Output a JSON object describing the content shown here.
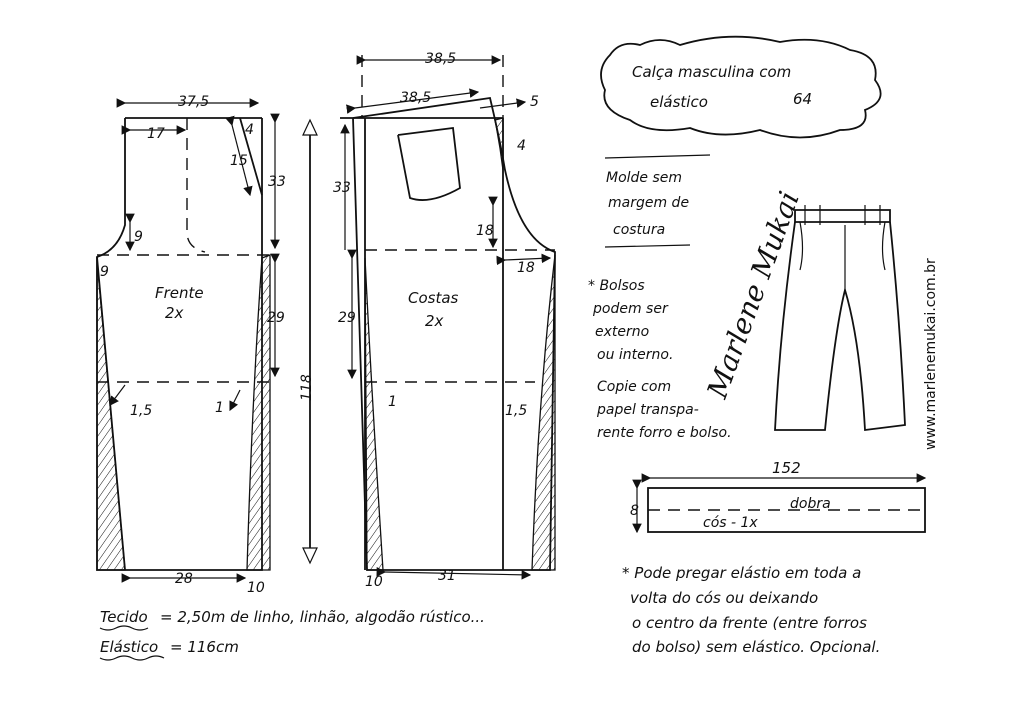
{
  "title": {
    "line1": "Calça masculina com",
    "line2": "elástico",
    "number": "64"
  },
  "molde_note": {
    "line1": "Molde sem",
    "line2": "margem de",
    "line3": "costura"
  },
  "bolsos_note": [
    "* Bolsos",
    "podem ser",
    "externo",
    "ou interno.",
    "Copie com",
    "papel transpa-",
    "rente forro e bolso."
  ],
  "signature": "Marlene Mukai",
  "website": "www.marlenemukai.com.br",
  "front": {
    "name": "Frente",
    "qty": "2x",
    "top_width": "37,5",
    "offset": "17",
    "dart_top": "4",
    "dart_len": "15",
    "rise": "33",
    "crotch_v": "9",
    "crotch_h": "9",
    "leg": "29",
    "knee_left": "1,5",
    "knee_right": "1",
    "hem": "28",
    "hem_ext": "10"
  },
  "back": {
    "name": "Costas",
    "qty": "2x",
    "top_width_outer": "38,5",
    "top_width": "38,5",
    "raise": "5",
    "dart": "4",
    "rise": "33",
    "crotch_v": "18",
    "crotch_h": "18",
    "leg": "29",
    "knee_left": "1",
    "knee_right": "1,5",
    "hem": "31",
    "hem_ext": "10"
  },
  "length": "118",
  "waistband": {
    "length": "152",
    "height": "8",
    "fold": "dobra",
    "name": "cós - 1x"
  },
  "materials": {
    "tecido_label": "Tecido",
    "tecido_value": "= 2,50m de linho, linhão, algodão rústico...",
    "elastico_label": "Elástico",
    "elastico_value": "= 116cm"
  },
  "elastic_note": [
    "* Pode pregar elástio em toda a",
    "volta do cós ou deixando",
    "o centro da frente (entre forros",
    "do bolso) sem elástico. Opcional."
  ]
}
